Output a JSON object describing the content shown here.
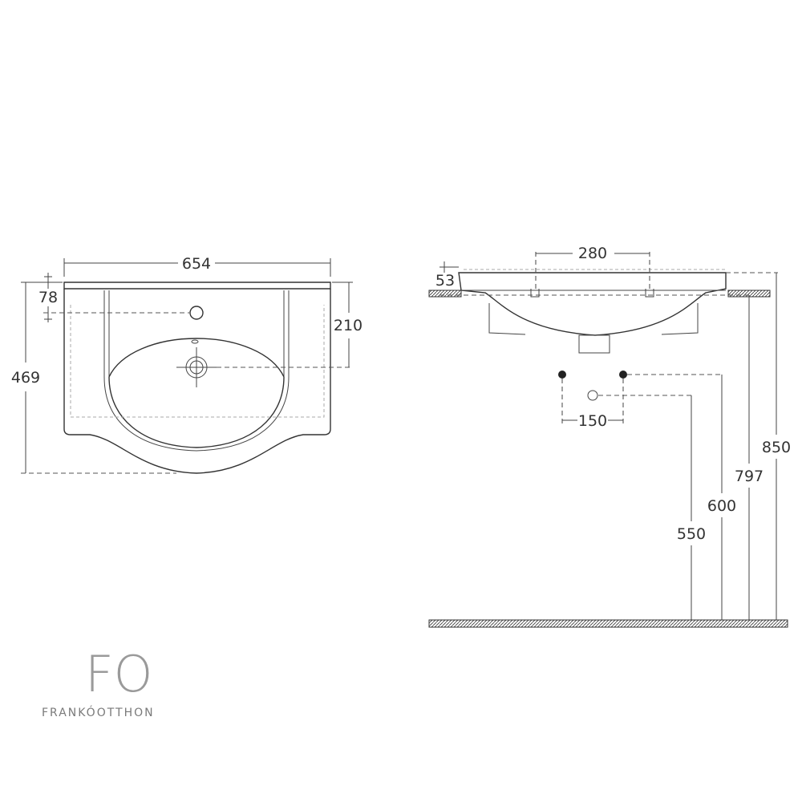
{
  "dimensions": {
    "width": "654",
    "front_depth_tap": "78",
    "total_depth": "469",
    "overflow_depth": "210",
    "tap_spacing": "280",
    "rim_thickness": "53",
    "valve_spacing": "150",
    "height_rim": "850",
    "height_top": "797",
    "height_valves": "600",
    "height_drain": "550"
  },
  "brand": {
    "logo_letters": "FO",
    "name": "FRANKÓOTTHON"
  },
  "colors": {
    "line": "#333333",
    "logo_gray": "#9a9a9a"
  }
}
